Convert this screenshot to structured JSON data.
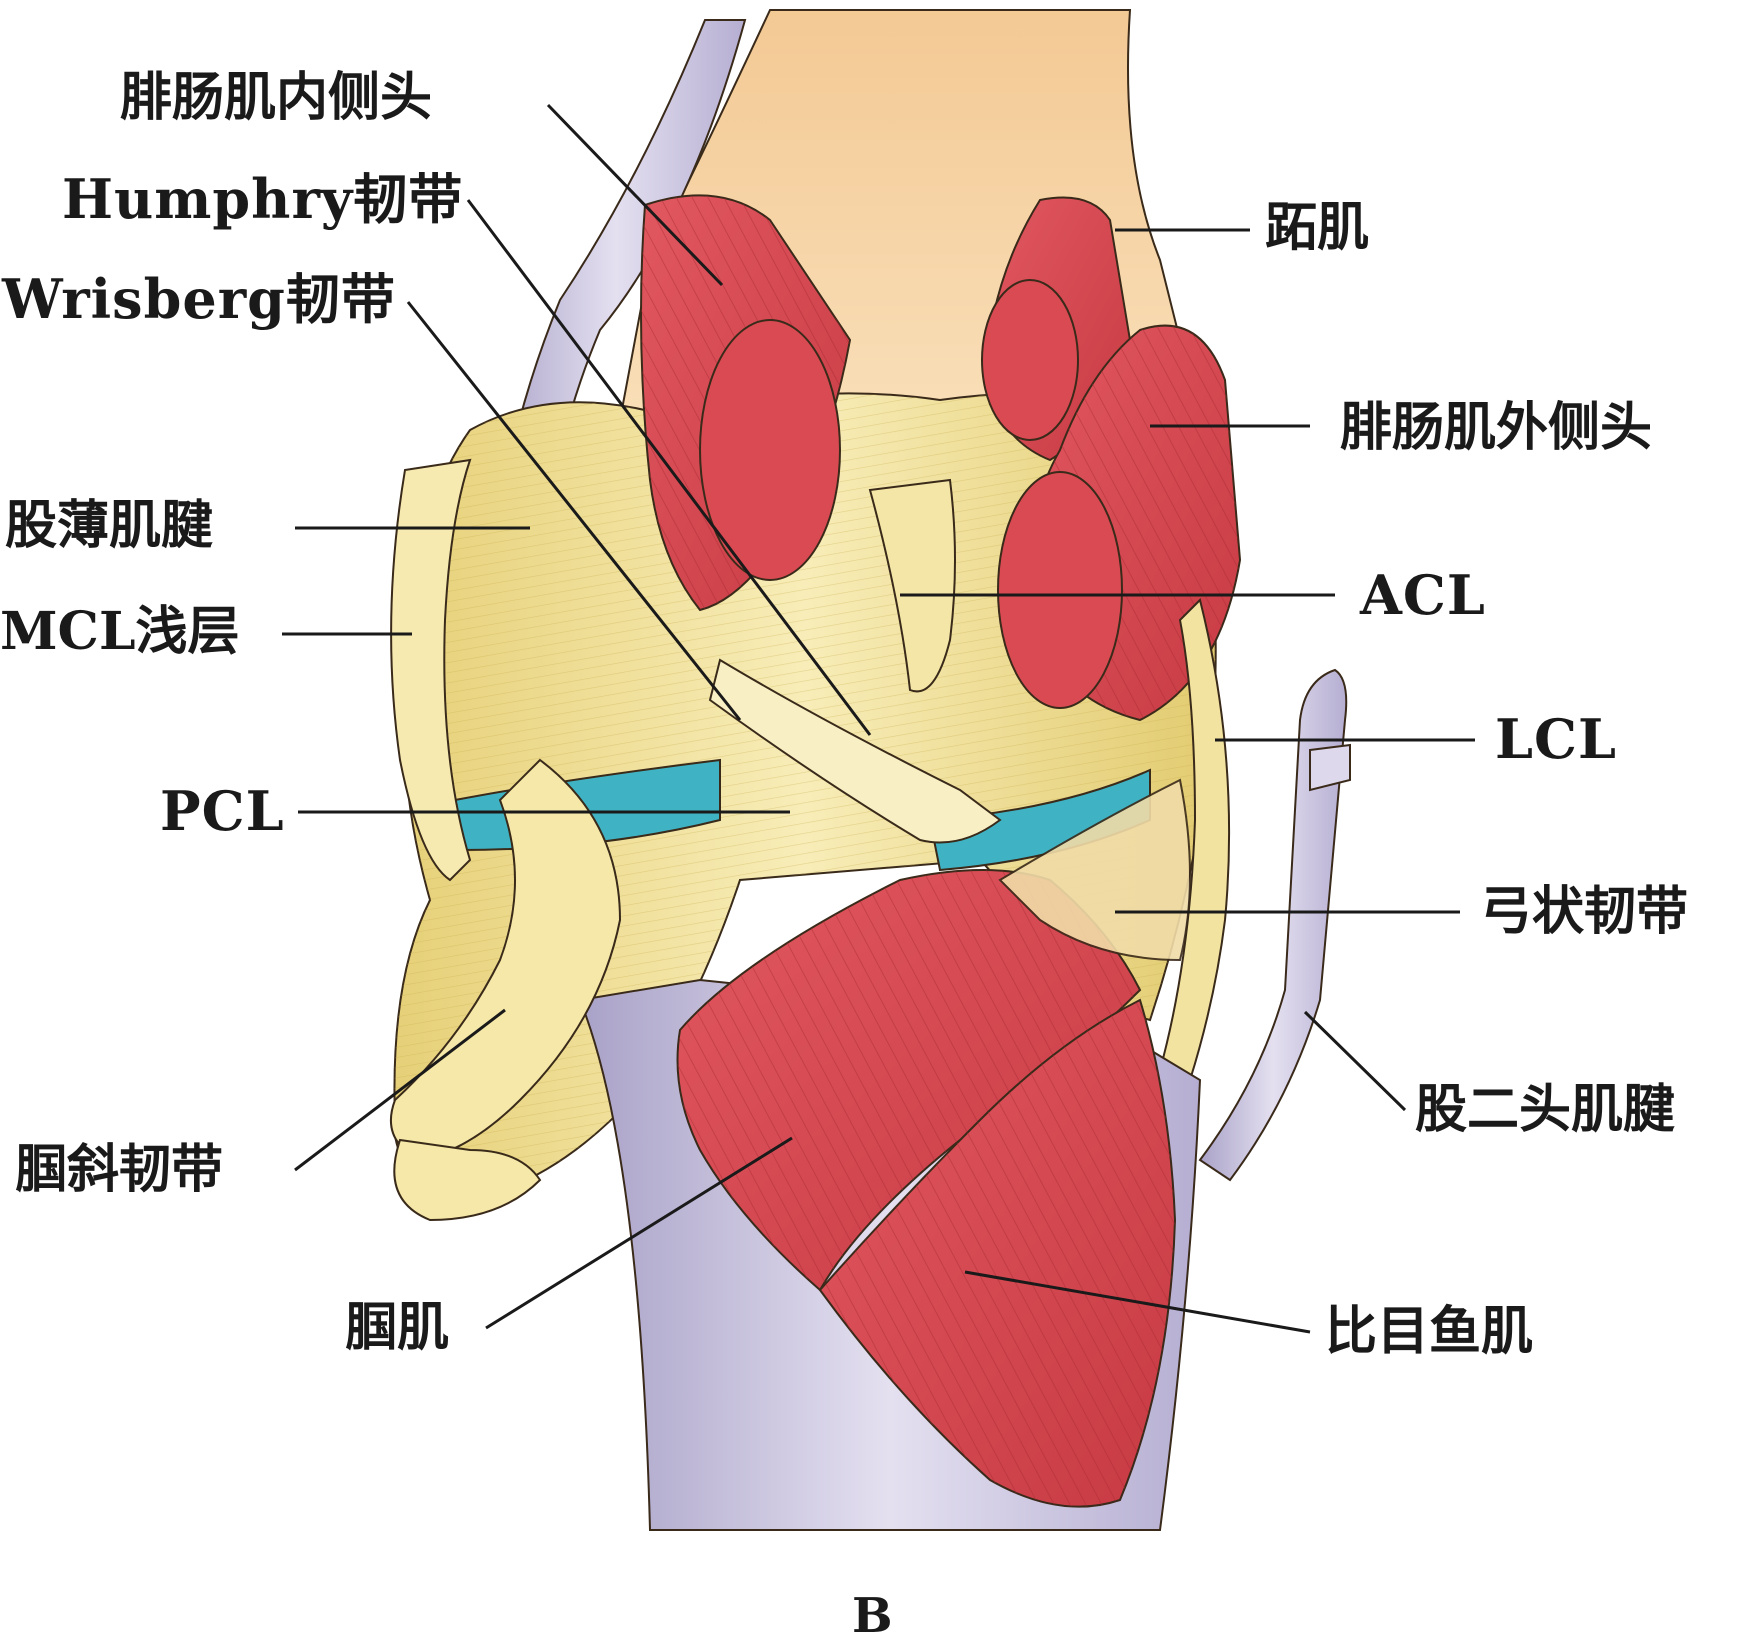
{
  "panel_letter": "B",
  "labels": {
    "gastroc_medial": "腓肠肌内侧头",
    "humphry": "Humphry韧带",
    "wrisberg": "Wrisberg韧带",
    "gracilis": "股薄肌腱",
    "mcl": "MCL浅层",
    "pcl": "PCL",
    "oblique_popliteal": "腘斜韧带",
    "popliteus": "腘肌",
    "plantaris": "跖肌",
    "gastroc_lateral": "腓肠肌外侧头",
    "acl": "ACL",
    "lcl": "LCL",
    "arcuate": "弓状韧带",
    "biceps": "股二头肌腱",
    "soleus": "比目鱼肌"
  },
  "colors": {
    "muscle": "#d9454d",
    "muscle_dark": "#b8333c",
    "ligament": "#f3e5a0",
    "ligament_shade": "#d9c46a",
    "bone": "#f8d9a8",
    "tendon": "#c9c3de",
    "meniscus": "#3fb3c4",
    "line": "#1a1a1a"
  }
}
